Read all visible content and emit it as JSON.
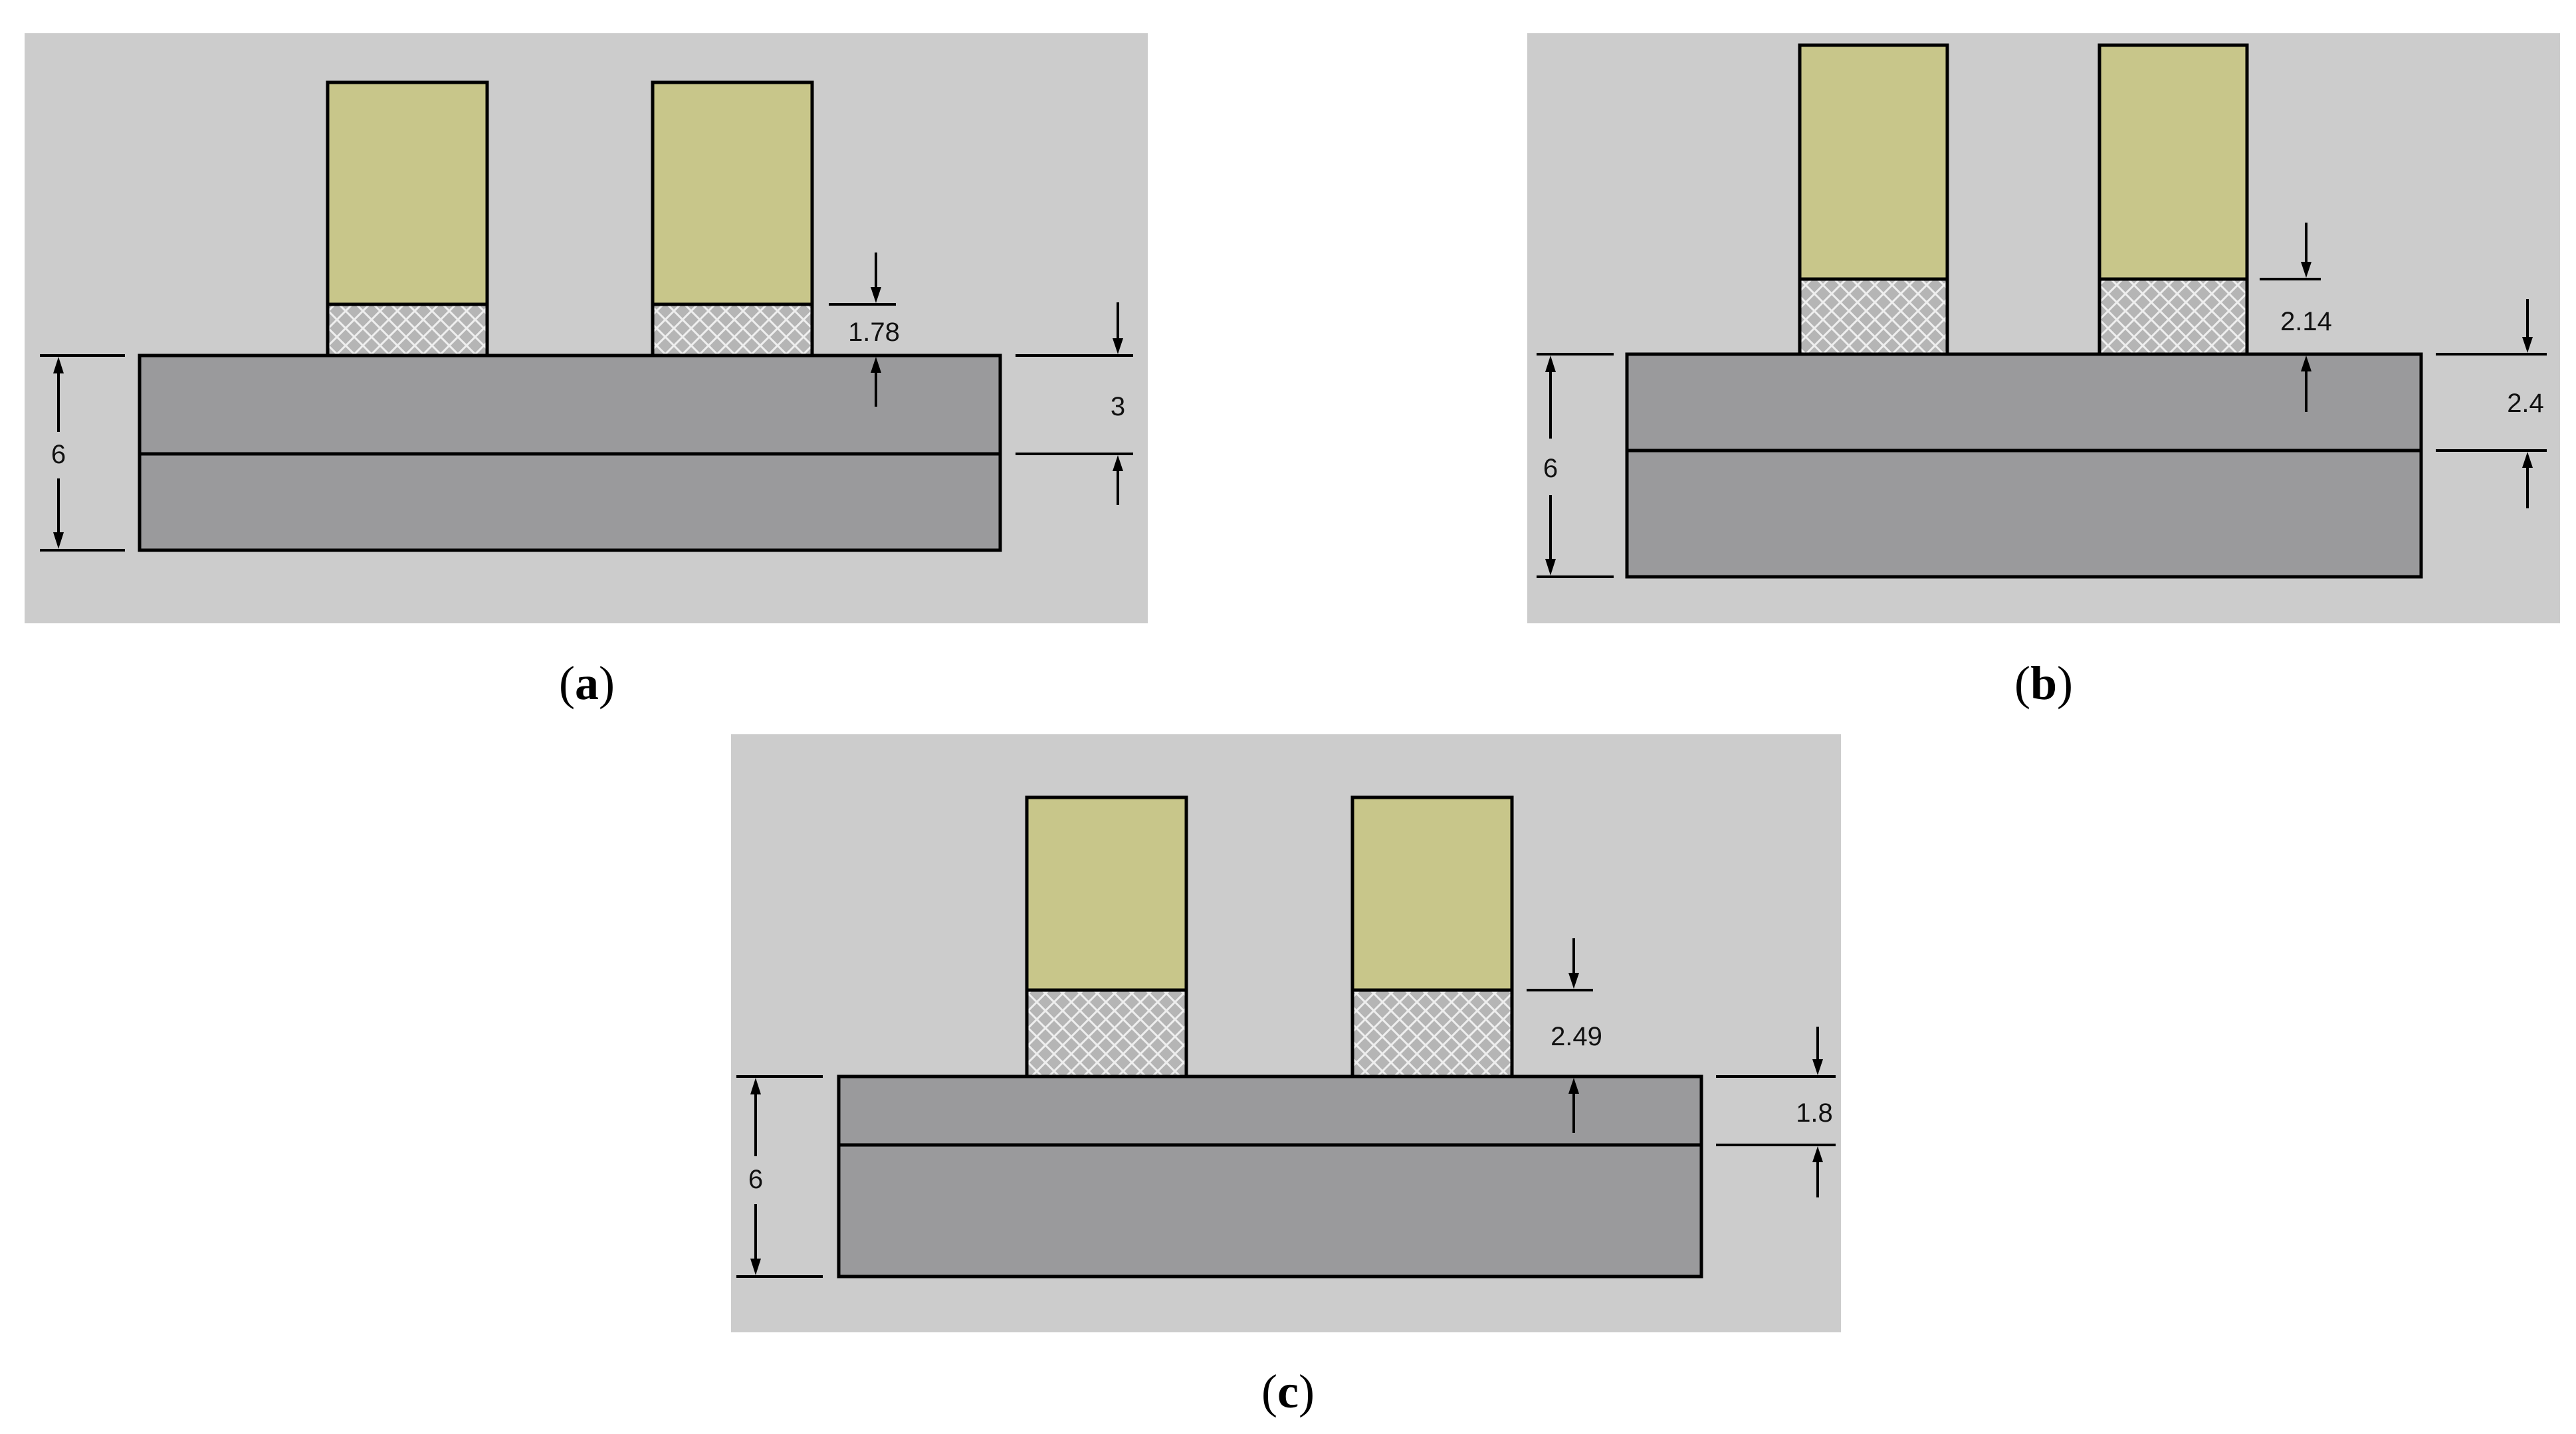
{
  "figure": {
    "colors": {
      "background": "#cccccc",
      "substrate": "#9a9a9c",
      "pillar": "#c8c68a",
      "mesh": "#b5b5b5",
      "outline": "#000000"
    },
    "panels": [
      {
        "id": "a",
        "caption_open": "(",
        "caption_letter": "a",
        "caption_close": ")",
        "total_thickness_label": "6",
        "gap_label": "1.78",
        "top_layer_label": "3"
      },
      {
        "id": "b",
        "caption_open": "(",
        "caption_letter": "b",
        "caption_close": ")",
        "total_thickness_label": "6",
        "gap_label": "2.14",
        "top_layer_label": "2.4"
      },
      {
        "id": "c",
        "caption_open": "(",
        "caption_letter": "c",
        "caption_close": ")",
        "total_thickness_label": "6",
        "gap_label": "2.49",
        "top_layer_label": "1.8"
      }
    ]
  }
}
